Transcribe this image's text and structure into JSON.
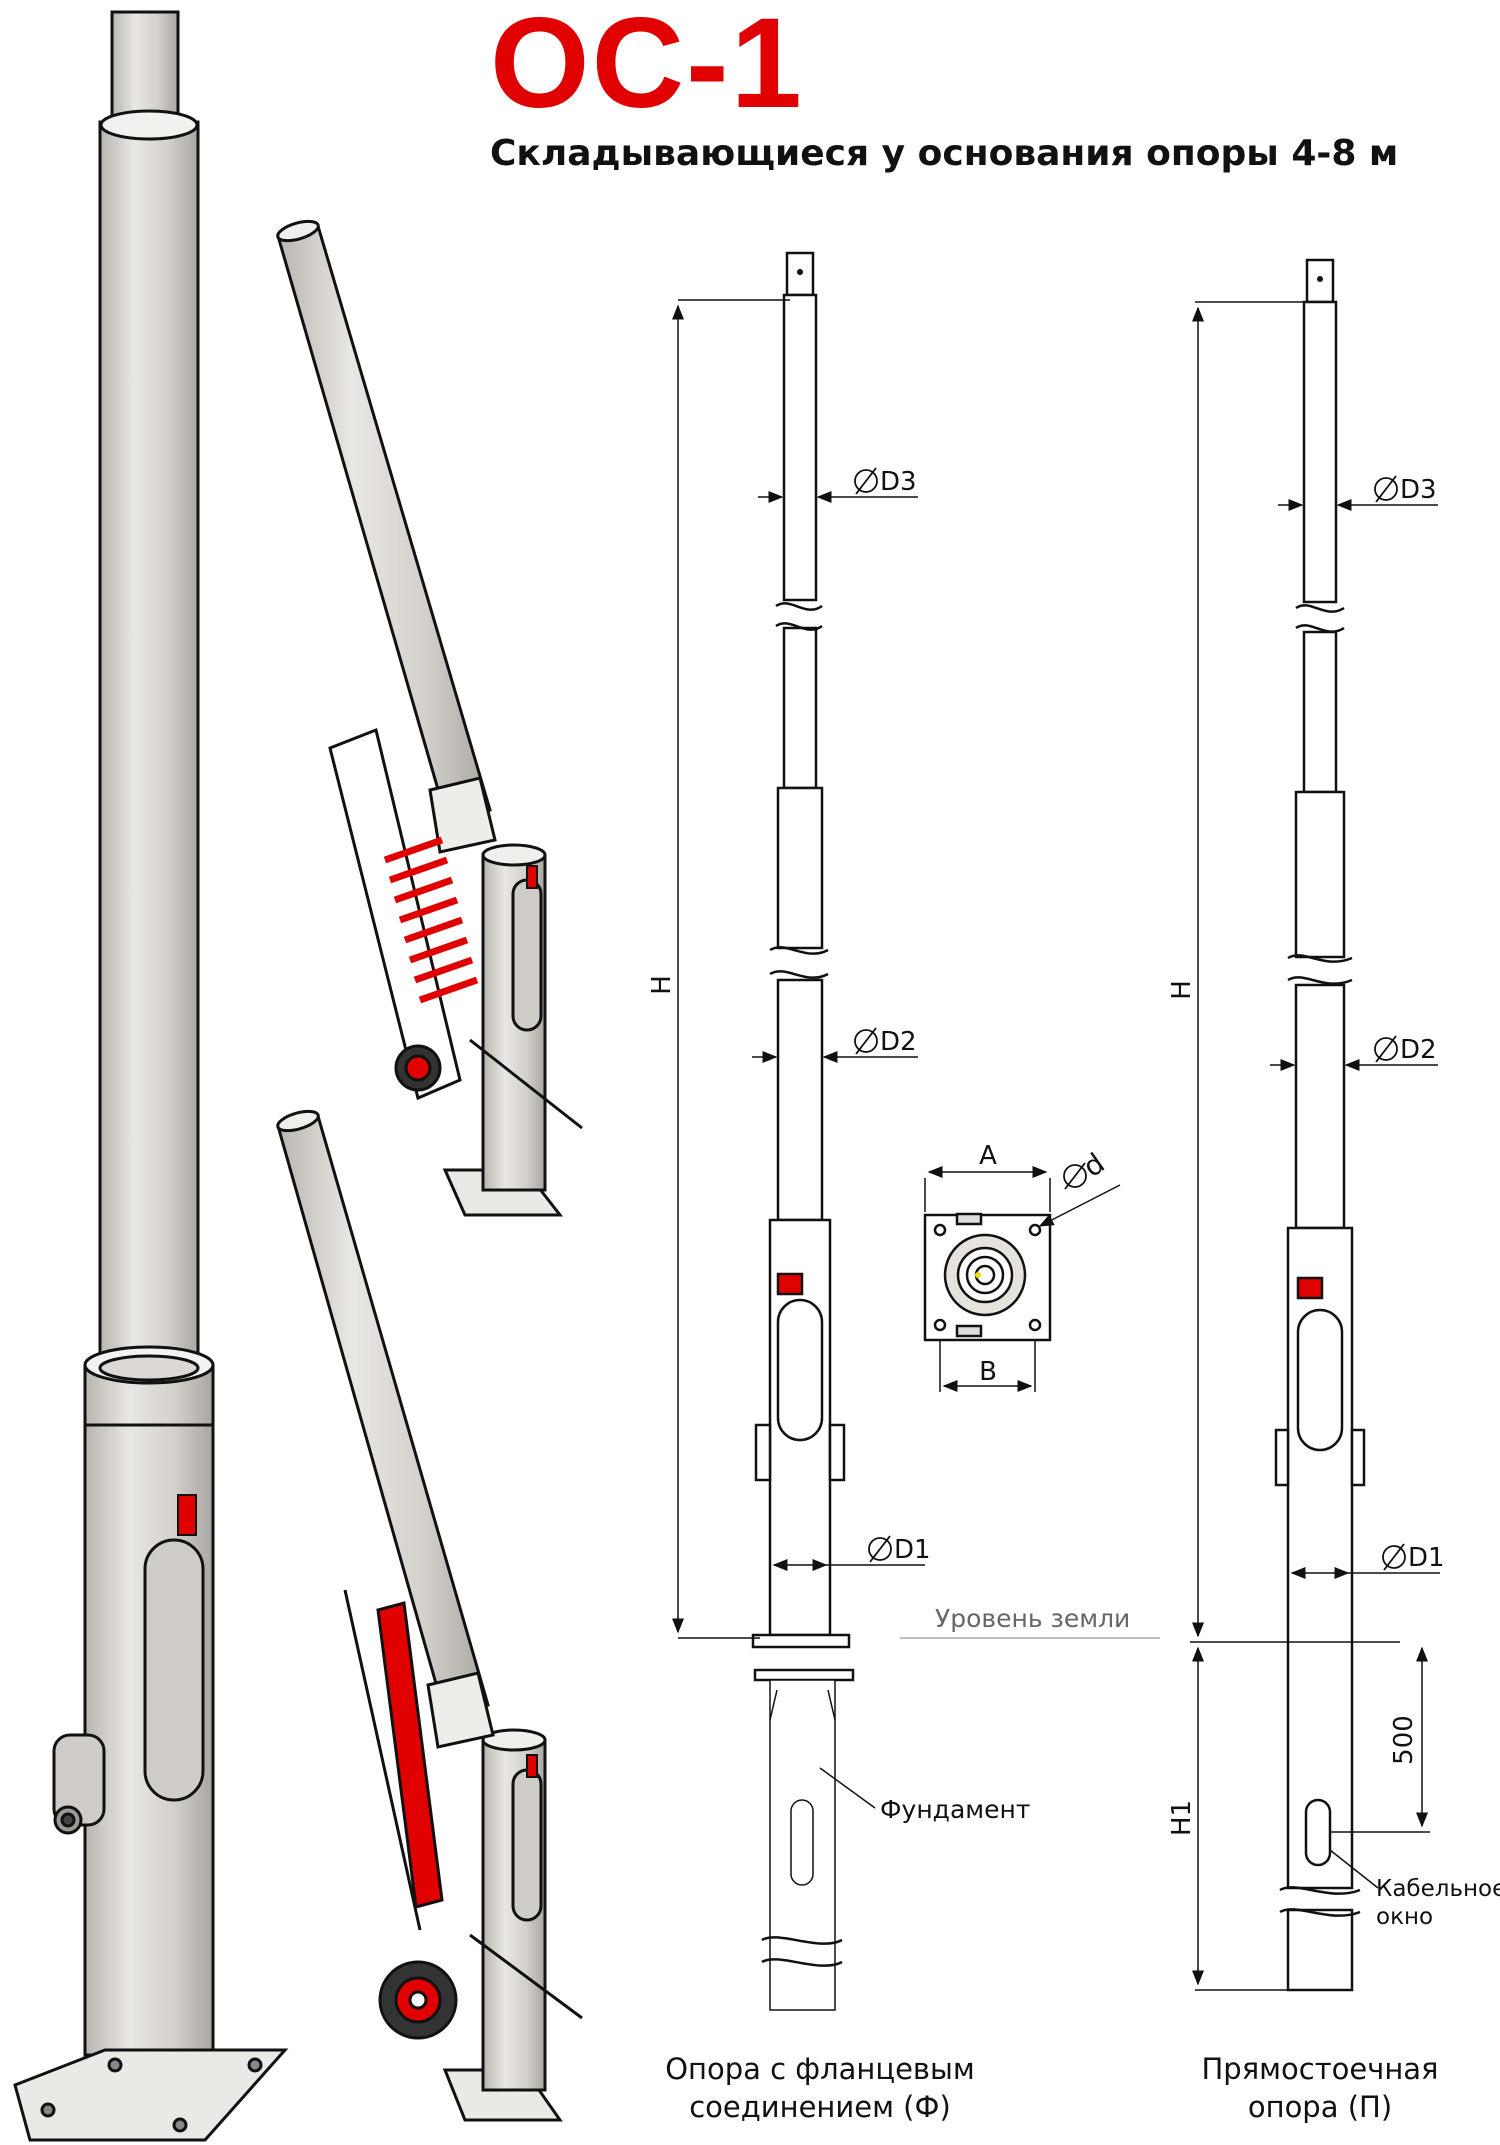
{
  "title": "ОС-1",
  "subtitle": "Складывающиеся у основания опоры 4-8 м",
  "dimensions": {
    "h": "H",
    "h1": "H1",
    "d1": "D1",
    "d2": "D2",
    "d3": "D3",
    "a": "A",
    "b": "B",
    "d": "d",
    "dim500": "500"
  },
  "labels": {
    "ground_level": "Уровень земли",
    "foundation": "Фундамент",
    "cable_window_line1": "Кабельное",
    "cable_window_line2": "окно"
  },
  "captions": {
    "flange_line1": "Опора с фланцевым",
    "flange_line2": "соединением (Ф)",
    "straight_line1": "Прямостоечная",
    "straight_line2": "опора (П)"
  },
  "colors": {
    "accent": "#e00000",
    "pole": "#d6d3cf",
    "outline": "#111111"
  },
  "icons": [
    "diameter-icon"
  ]
}
